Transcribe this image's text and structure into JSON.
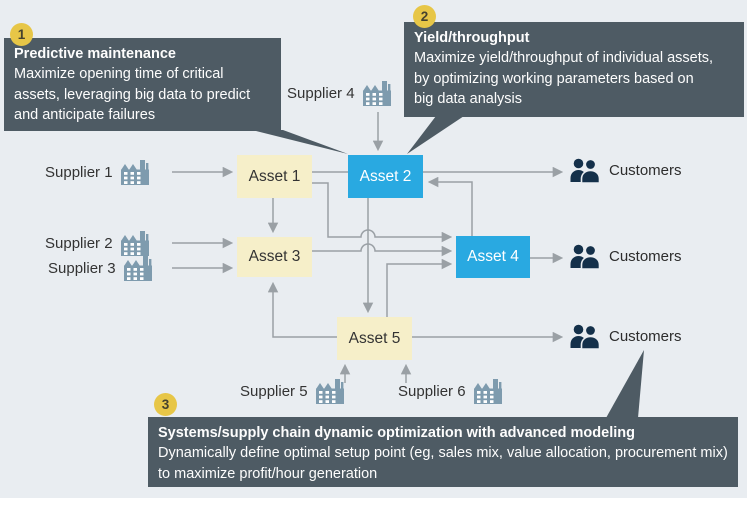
{
  "diagram_title": "Supply chain asset network with big-data optimization levers",
  "colors": {
    "background": "#e9edf1",
    "callout_bg": "#4e5b64",
    "callout_text": "#fdfdfd",
    "badge_yellow": "#e7c647",
    "asset_plain": "#f6efc9",
    "asset_highlight": "#29a9e1",
    "connector_gray": "#9aa0a5",
    "factory_icon": "#7e9bae",
    "customers_icon": "#14304a",
    "label_text": "#333333"
  },
  "callouts": [
    {
      "number": "1",
      "title": "Predictive maintenance",
      "body": "Maximize opening time of critical assets, leveraging big data to predict and anticipate failures"
    },
    {
      "number": "2",
      "title": "Yield/throughput",
      "body": "Maximize yield/throughput of individual assets, by optimizing working parameters based on big data analysis"
    },
    {
      "number": "3",
      "title": "Systems/supply chain dynamic optimization with advanced modeling",
      "body": "Dynamically define optimal setup point (eg, sales mix, value allocation, procurement mix) to maximize profit/hour generation"
    }
  ],
  "suppliers": [
    {
      "label": "Supplier 1"
    },
    {
      "label": "Supplier 2"
    },
    {
      "label": "Supplier 3"
    },
    {
      "label": "Supplier 4"
    },
    {
      "label": "Supplier 5"
    },
    {
      "label": "Supplier 6"
    }
  ],
  "assets": [
    {
      "label": "Asset 1",
      "style": "plain"
    },
    {
      "label": "Asset 2",
      "style": "highlight"
    },
    {
      "label": "Asset 3",
      "style": "plain"
    },
    {
      "label": "Asset 4",
      "style": "highlight"
    },
    {
      "label": "Asset 5",
      "style": "plain"
    }
  ],
  "customers": [
    {
      "label": "Customers"
    },
    {
      "label": "Customers"
    },
    {
      "label": "Customers"
    }
  ],
  "edges": [
    {
      "from": "Supplier 1",
      "to": "Asset 1"
    },
    {
      "from": "Supplier 2",
      "to": "Asset 3"
    },
    {
      "from": "Supplier 3",
      "to": "Asset 3"
    },
    {
      "from": "Supplier 4",
      "to": "Asset 2"
    },
    {
      "from": "Supplier 5",
      "to": "Asset 5"
    },
    {
      "from": "Supplier 6",
      "to": "Asset 5"
    },
    {
      "from": "Asset 1",
      "to": "Asset 2"
    },
    {
      "from": "Asset 1",
      "to": "Asset 3"
    },
    {
      "from": "Asset 1",
      "to": "Asset 4"
    },
    {
      "from": "Asset 3",
      "to": "Asset 4"
    },
    {
      "from": "Asset 2",
      "to": "Asset 5"
    },
    {
      "from": "Asset 5",
      "to": "Asset 4"
    },
    {
      "from": "Asset 5",
      "to": "Asset 3"
    },
    {
      "from": "Asset 4",
      "to": "Asset 2"
    },
    {
      "from": "Asset 2",
      "to": "Customers (top)"
    },
    {
      "from": "Asset 4",
      "to": "Customers (middle)"
    },
    {
      "from": "Asset 5",
      "to": "Customers (bottom)"
    }
  ]
}
